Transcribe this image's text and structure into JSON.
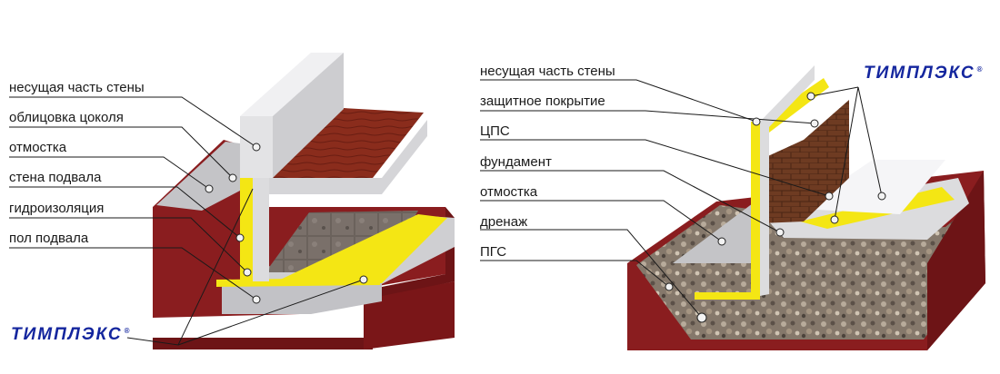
{
  "left": {
    "labels": [
      "несущая часть стены",
      "облицовка цоколя",
      "отмостка",
      "стена подвала",
      "гидроизоляция",
      "пол подвала"
    ],
    "brand": "ТИМПЛЭКС"
  },
  "right": {
    "labels": [
      "несущая часть стены",
      "защитное покрытие",
      "ЦПС",
      "фундамент",
      "отмостка",
      "дренаж",
      "ПГС"
    ],
    "brand": "ТИМПЛЭКС"
  },
  "brand_mark": "®",
  "colors": {
    "soil": "#8a1d1f",
    "concrete": "#d8d8da",
    "insulation": "#f4e614",
    "wood": "#8a2c1c",
    "brick": "#6e3b22",
    "tile": "#6e6560",
    "gravel": "#7b6f63",
    "brand": "#14269e"
  }
}
